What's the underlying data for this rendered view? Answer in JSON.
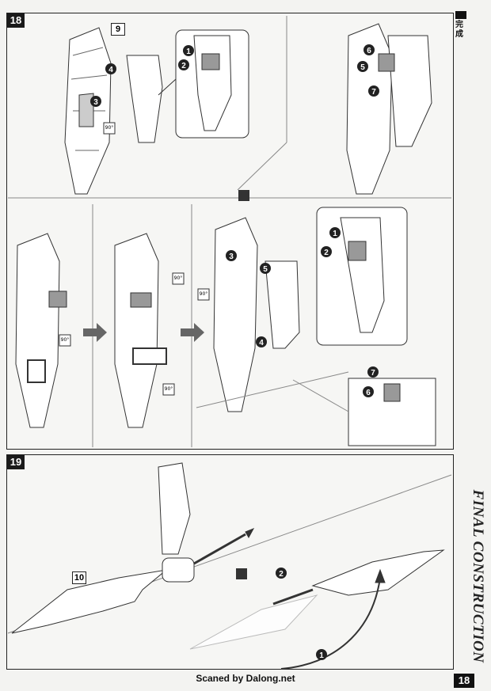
{
  "header": {
    "section_label_jp": "完成"
  },
  "steps": [
    {
      "number": "18",
      "part_label": "9",
      "rotation_tags": [
        "90°",
        "90°",
        "90°",
        "90°",
        "90°"
      ],
      "callouts": [
        "1",
        "2",
        "3",
        "4",
        "5",
        "6",
        "7"
      ]
    },
    {
      "number": "19",
      "part_label": "10",
      "callouts": [
        "1",
        "2"
      ]
    }
  ],
  "side_title": "FINAL CONSTRUCTION",
  "footer": {
    "credit": "Scaned by Dalong.net",
    "page_number": "18"
  }
}
